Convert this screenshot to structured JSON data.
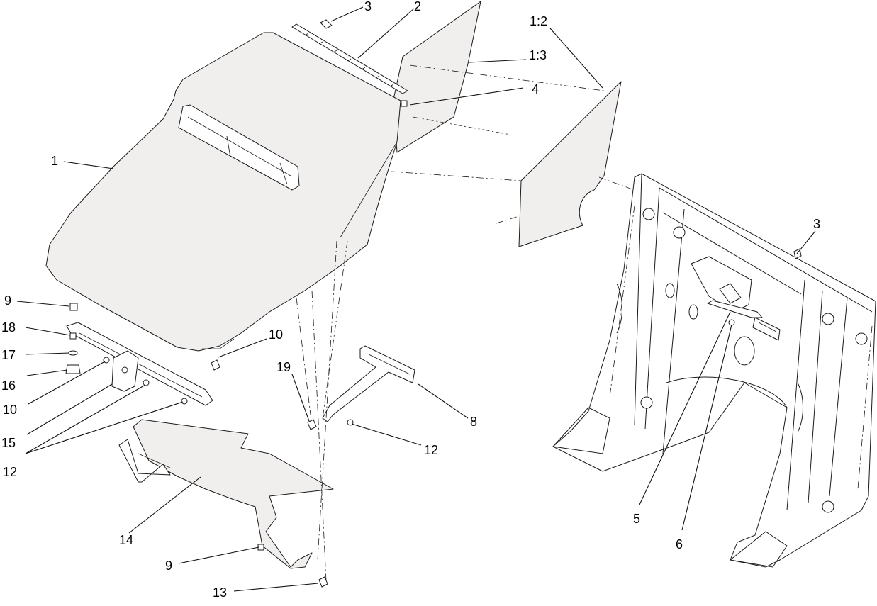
{
  "diagram": {
    "callouts": [
      {
        "id": "c-1",
        "text": "1"
      },
      {
        "id": "c-2",
        "text": "2"
      },
      {
        "id": "c-3a",
        "text": "3"
      },
      {
        "id": "c-3b",
        "text": "3"
      },
      {
        "id": "c-4",
        "text": "4"
      },
      {
        "id": "c-1-2",
        "text": "1:2"
      },
      {
        "id": "c-1-3",
        "text": "1:3"
      },
      {
        "id": "c-5",
        "text": "5"
      },
      {
        "id": "c-6",
        "text": "6"
      },
      {
        "id": "c-8",
        "text": "8"
      },
      {
        "id": "c-9a",
        "text": "9"
      },
      {
        "id": "c-9b",
        "text": "9"
      },
      {
        "id": "c-10a",
        "text": "10"
      },
      {
        "id": "c-10b",
        "text": "10"
      },
      {
        "id": "c-12a",
        "text": "12"
      },
      {
        "id": "c-12b",
        "text": "12"
      },
      {
        "id": "c-13",
        "text": "13"
      },
      {
        "id": "c-14",
        "text": "14"
      },
      {
        "id": "c-15",
        "text": "15"
      },
      {
        "id": "c-16",
        "text": "16"
      },
      {
        "id": "c-17",
        "text": "17"
      },
      {
        "id": "c-18",
        "text": "18"
      },
      {
        "id": "c-19",
        "text": "19"
      }
    ]
  }
}
